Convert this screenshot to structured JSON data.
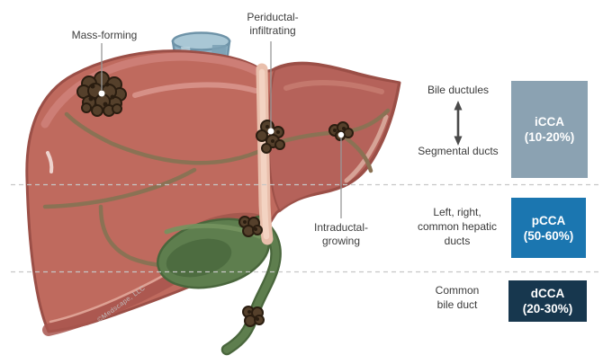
{
  "illustration": {
    "watermark": "©Medscape, LLC",
    "colors": {
      "liver": "#BF6A5E",
      "liver_outline": "#9B4F47",
      "duct_branch": "#8A7254",
      "biliary_green": "#5E7E4E",
      "tumor": "#55402B",
      "vena_cava": "#8FB3C6",
      "ligament": "#E9BFAC"
    },
    "tumor_labels": {
      "mass_forming": "Mass-forming",
      "periductal_line1": "Periductal-",
      "periductal_line2": "infiltrating",
      "intraductal_line1": "Intraductal-",
      "intraductal_line2": "growing"
    }
  },
  "duct_levels": {
    "intrahepatic_top": "Bile ductules",
    "intrahepatic_bottom": "Segmental ducts",
    "perihilar_line1": "Left, right,",
    "perihilar_line2": "common hepatic",
    "perihilar_line3": "ducts",
    "distal_line1": "Common",
    "distal_line2": "bile duct"
  },
  "classification": {
    "icca": {
      "abbr": "iCCA",
      "share": "(10-20%)",
      "color": "#8BA2B2"
    },
    "pcca": {
      "abbr": "pCCA",
      "share": "(50-60%)",
      "color": "#1B76B0"
    },
    "dcca": {
      "abbr": "dCCA",
      "share": "(20-30%)",
      "color": "#17374E"
    }
  }
}
